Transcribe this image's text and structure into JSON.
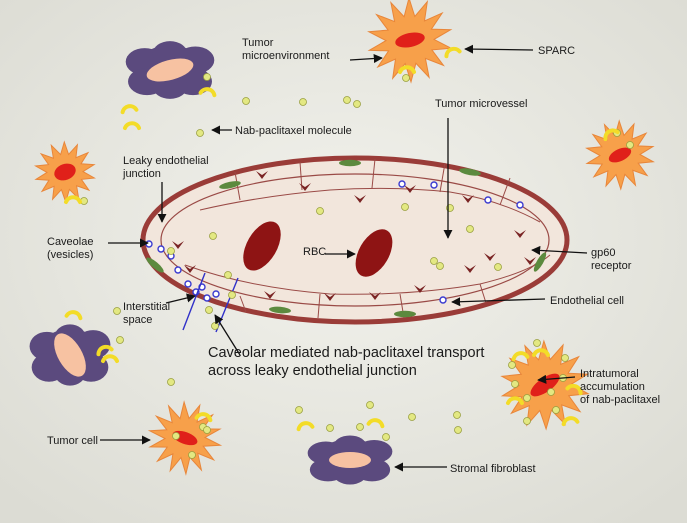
{
  "labels": {
    "tumor_microenvironment": [
      "Tumor",
      "microenvironment"
    ],
    "sparc": "SPARC",
    "tumor_microvessel": "Tumor microvessel",
    "nab_molecule": "Nab-paclitaxel molecule",
    "leaky_junction": [
      "Leaky endothelial",
      "junction"
    ],
    "caveolae": [
      "Caveolae",
      "(vesicles)"
    ],
    "rbc": "RBC",
    "gp60": [
      "gp60",
      "receptor"
    ],
    "interstitial": [
      "Interstitial",
      "space"
    ],
    "endothelial_cell": "Endothelial cell",
    "caveolar_transport": [
      "Caveolar mediated nab-paclitaxel transport",
      "across leaky endothelial junction"
    ],
    "intratumoral": [
      "Intratumoral",
      "accumulation",
      "of nab-paclitaxel"
    ],
    "tumor_cell": "Tumor cell",
    "stromal_fibroblast": "Stromal fibroblast"
  },
  "colors": {
    "background": "#dcdcd4",
    "vessel_wall": "#9a3c38",
    "vessel_lumen": "#f2e6dc",
    "rbc": "#8e1414",
    "tumor_cell": "#f7a04a",
    "tumor_nucleus": "#e0201a",
    "fibroblast": "#5b4a7e",
    "fibroblast_nucleus": "#f7c2a2",
    "nab_particle": "#e3e882",
    "sparc": "#f3dc28",
    "caveolae": "#3a3ad0",
    "endothelial_nucleus": "#5c8a3e",
    "gp60_receptor": "#7a2424"
  }
}
